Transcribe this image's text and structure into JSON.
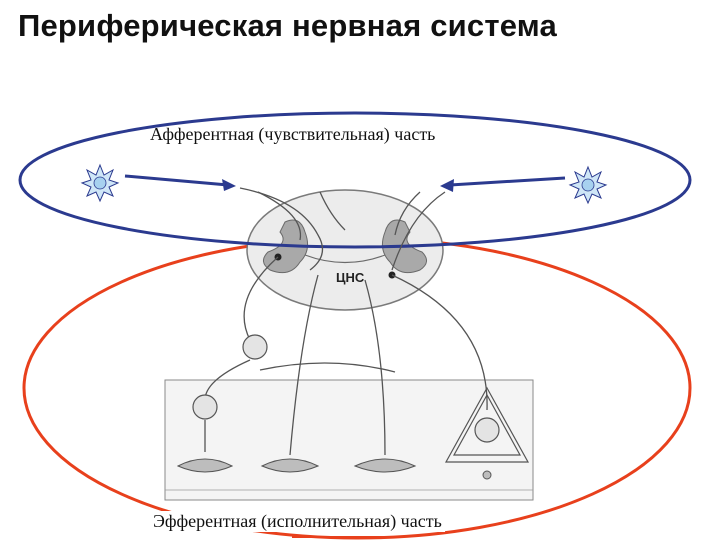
{
  "title": "Периферическая нервная система",
  "afferent_label": "Афферентная (чувствительная) часть",
  "efferent_label": "Эфферентная (исполнительная) часть",
  "cns_label": "ЦНС",
  "colors": {
    "afferent_ellipse": "#2b3a8f",
    "efferent_ellipse": "#e8401c",
    "receptor_fill": "#cfe6f7",
    "arrow": "#2b3a8f",
    "grey_matter": "#9a9a9a"
  }
}
